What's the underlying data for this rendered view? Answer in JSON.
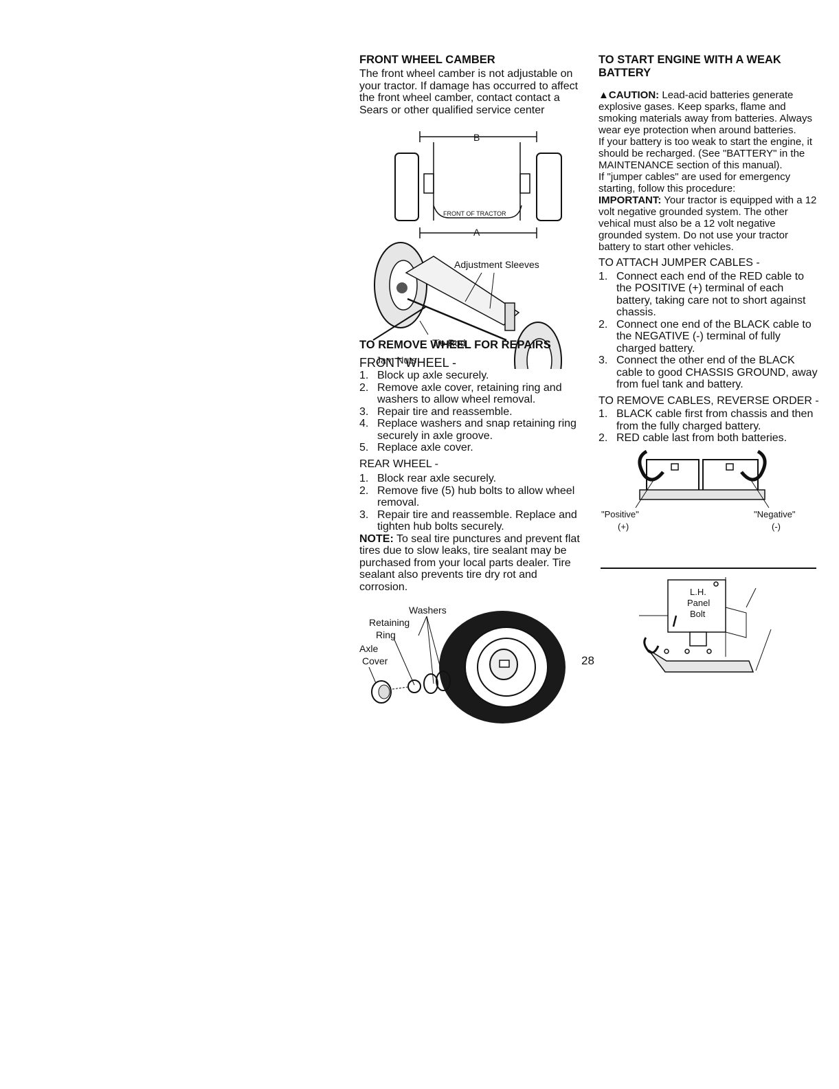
{
  "page_number": "28",
  "front_camber": {
    "heading": "FRONT WHEEL CAMBER",
    "text": "The front wheel camber is not adjustable on your tractor. If damage has occurred to affect the front wheel camber, contact contact a Sears or other qualified service center"
  },
  "camber_diagram": {
    "label_b": "B",
    "label_a": "A",
    "front_label": "FRONT OF TRACTOR",
    "adjustment_sleeves": "Adjustment Sleeves",
    "tie_rod": "Tie Rod",
    "jam_nuts": "Jam Nuts"
  },
  "remove_wheel": {
    "heading": "TO REMOVE WHEEL FOR REPAIRS",
    "front_title": "FRONT WHEEL -",
    "front_steps": [
      "Block up axle securely.",
      "Remove axle cover, retaining ring and washers to allow wheel removal.",
      "Repair tire and reassemble.",
      "Replace washers and snap retaining ring securely in axle groove.",
      "Replace axle cover."
    ],
    "rear_title": "REAR WHEEL -",
    "rear_steps": [
      "Block rear axle securely.",
      "Remove five (5) hub bolts to allow wheel removal.",
      "Repair tire and reassemble. Replace and tighten hub bolts securely."
    ],
    "note_label": "NOTE:",
    "note_text": "To seal tire punctures and prevent flat tires due to slow leaks, tire sealant may be purchased from your local parts dealer. Tire sealant also prevents tire dry rot and corrosion."
  },
  "wheel_diagram": {
    "washers": "Washers",
    "retaining": "Retaining",
    "ring": "Ring",
    "axle": "Axle",
    "cover": "Cover"
  },
  "weak_battery": {
    "heading": "TO START ENGINE WITH A WEAK BATTERY",
    "caution_label": "CAUTION:",
    "caution_text": "Lead-acid batteries generate explosive gases. Keep sparks, flame and smoking materials away from batteries. Always wear eye protection when around batteries.",
    "recharge_text": "If your battery is too weak to start the engine, it should be recharged. (See \"BATTERY\" in the MAINTENANCE section of this manual).",
    "jumper_text": "If \"jumper cables\" are used for emergency starting, follow this procedure:",
    "important_label": "IMPORTANT:",
    "important_text": "Your tractor is equipped with a 12 volt negative grounded system. The other vehical must also be a 12 volt negative grounded system. Do not use your tractor battery to start other vehicles.",
    "attach_title": "TO ATTACH JUMPER CABLES -",
    "attach_steps": [
      "Connect each end of the RED cable to the POSITIVE (+) terminal of each battery, taking care not to short against chassis.",
      "Connect one end of the BLACK cable to the NEGATIVE (-) terminal of fully charged battery.",
      "Connect the other end of the BLACK cable to good CHASSIS GROUND, away from fuel tank and battery."
    ],
    "remove_title": "TO REMOVE CABLES, REVERSE ORDER -",
    "remove_steps": [
      "BLACK cable first from chassis and then from the fully charged battery.",
      "RED cable last from both batteries."
    ]
  },
  "battery_diagram": {
    "positive": "\"Positive\"",
    "positive_sym": "(+)",
    "negative": "\"Negative\"",
    "negative_sym": "(-)"
  },
  "panel_diagram": {
    "lh": "L.H.",
    "panel": "Panel",
    "bolt": "Bolt"
  }
}
